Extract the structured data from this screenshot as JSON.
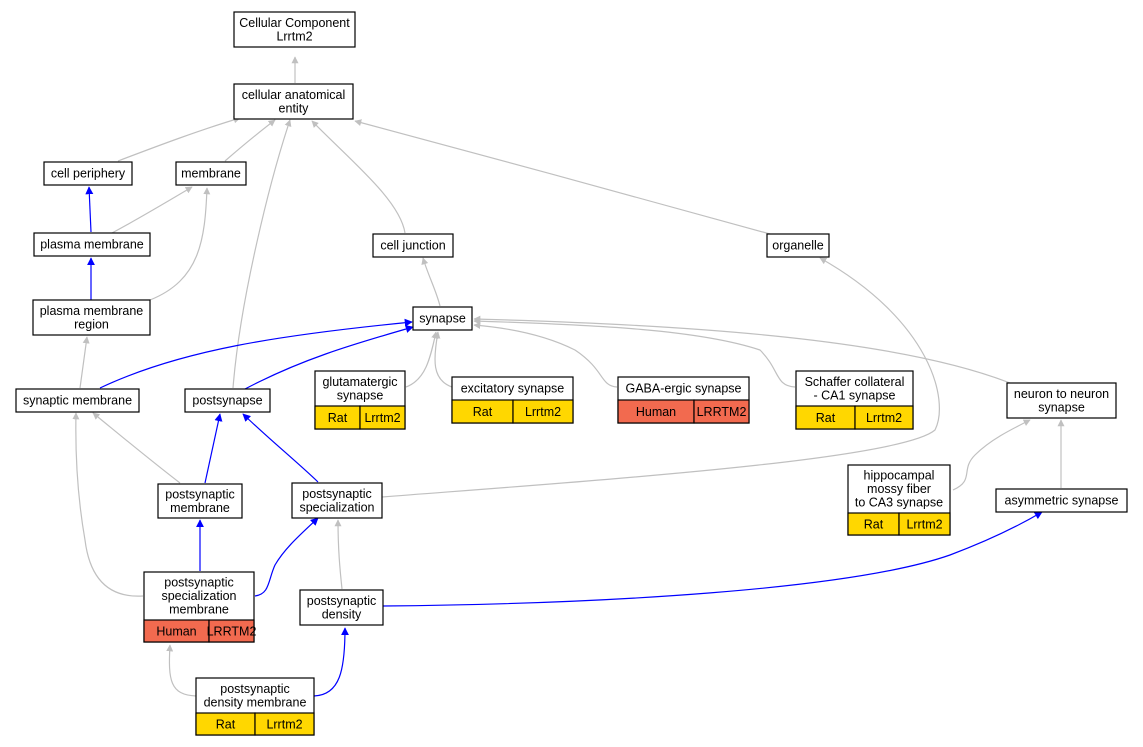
{
  "colors": {
    "is_a_edge": "#c0c0c0",
    "part_of_edge": "#0000ff",
    "rat_badge": "#ffd700",
    "human_badge": "#f26a4f"
  },
  "nodes": {
    "cc_root": {
      "lines": [
        "Cellular Component",
        "Lrrtm2"
      ]
    },
    "cell_anat": {
      "lines": [
        "cellular anatomical",
        "entity"
      ]
    },
    "cell_periphery": {
      "lines": [
        "cell periphery"
      ]
    },
    "membrane": {
      "lines": [
        "membrane"
      ]
    },
    "plasma_membrane": {
      "lines": [
        "plasma membrane"
      ]
    },
    "cell_junction": {
      "lines": [
        "cell junction"
      ]
    },
    "organelle": {
      "lines": [
        "organelle"
      ]
    },
    "pm_region": {
      "lines": [
        "plasma membrane",
        "region"
      ]
    },
    "synapse": {
      "lines": [
        "synapse"
      ]
    },
    "synaptic_membrane": {
      "lines": [
        "synaptic membrane"
      ]
    },
    "postsynapse": {
      "lines": [
        "postsynapse"
      ]
    },
    "glutamatergic": {
      "lines": [
        "glutamatergic",
        "synapse"
      ],
      "badge": [
        "Rat",
        "Lrrtm2"
      ]
    },
    "excitatory": {
      "lines": [
        "excitatory synapse"
      ],
      "badge": [
        "Rat",
        "Lrrtm2"
      ]
    },
    "gaba": {
      "lines": [
        "GABA-ergic synapse"
      ],
      "badge": [
        "Human",
        "LRRTM2"
      ]
    },
    "schaffer": {
      "lines": [
        "Schaffer collateral",
        "- CA1 synapse"
      ],
      "badge": [
        "Rat",
        "Lrrtm2"
      ]
    },
    "n2n": {
      "lines": [
        "neuron to neuron",
        "synapse"
      ]
    },
    "ps_membrane": {
      "lines": [
        "postsynaptic",
        "membrane"
      ]
    },
    "ps_spec": {
      "lines": [
        "postsynaptic",
        "specialization"
      ]
    },
    "hippocampal": {
      "lines": [
        "hippocampal",
        "mossy fiber",
        "to CA3 synapse"
      ],
      "badge": [
        "Rat",
        "Lrrtm2"
      ]
    },
    "asymmetric": {
      "lines": [
        "asymmetric synapse"
      ]
    },
    "ps_spec_membrane": {
      "lines": [
        "postsynaptic",
        "specialization",
        "membrane"
      ],
      "badge": [
        "Human",
        "LRRTM2"
      ]
    },
    "ps_density": {
      "lines": [
        "postsynaptic",
        "density"
      ]
    },
    "psd_membrane": {
      "lines": [
        "postsynaptic",
        "density membrane"
      ],
      "badge": [
        "Rat",
        "Lrrtm2"
      ]
    }
  }
}
